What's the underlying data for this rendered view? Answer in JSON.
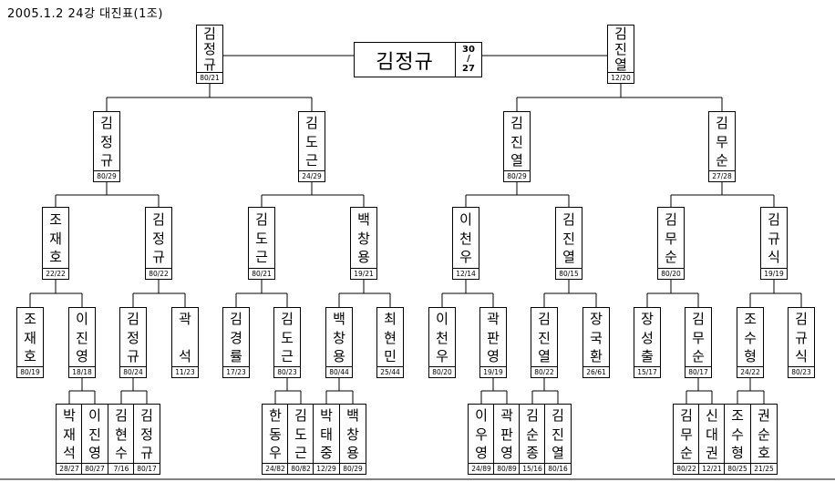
{
  "header": "2005.1.2    24강 대진표(1조)",
  "champion": {
    "name": "김정규",
    "score_top": "30",
    "score_mid": "/",
    "score_bottom": "27"
  },
  "nodes": [
    {
      "id": "f1",
      "name": "김정규",
      "score": "80/21"
    },
    {
      "id": "f2",
      "name": "김진열",
      "score": "12/20"
    },
    {
      "id": "s1",
      "name": "김정규",
      "score": "80/29"
    },
    {
      "id": "s2",
      "name": "김도근",
      "score": "24/29"
    },
    {
      "id": "s3",
      "name": "김진열",
      "score": "80/29"
    },
    {
      "id": "s4",
      "name": "김무순",
      "score": "27/28"
    },
    {
      "id": "q1",
      "name": "조재호",
      "score": "22/22"
    },
    {
      "id": "q2",
      "name": "김정규",
      "score": "80/22"
    },
    {
      "id": "q3",
      "name": "김도근",
      "score": "80/21"
    },
    {
      "id": "q4",
      "name": "백창용",
      "score": "19/21"
    },
    {
      "id": "q5",
      "name": "이천우",
      "score": "12/14"
    },
    {
      "id": "q6",
      "name": "김진열",
      "score": "80/15"
    },
    {
      "id": "q7",
      "name": "김무순",
      "score": "80/20"
    },
    {
      "id": "q8",
      "name": "김규식",
      "score": "19/19"
    },
    {
      "id": "r1",
      "name": "조재호",
      "score": "80/19"
    },
    {
      "id": "r2",
      "name": "이진영",
      "score": "18/18"
    },
    {
      "id": "r3",
      "name": "김정규",
      "score": "80/24"
    },
    {
      "id": "r4",
      "name": "곽 석",
      "score": "11/23"
    },
    {
      "id": "r5",
      "name": "김경률",
      "score": "17/23"
    },
    {
      "id": "r6",
      "name": "김도근",
      "score": "80/23"
    },
    {
      "id": "r7",
      "name": "백창용",
      "score": "80/44"
    },
    {
      "id": "r8",
      "name": "최현민",
      "score": "25/44"
    },
    {
      "id": "r9",
      "name": "이천우",
      "score": "80/20"
    },
    {
      "id": "r10",
      "name": "곽판영",
      "score": "19/19"
    },
    {
      "id": "r11",
      "name": "김진열",
      "score": "80/22"
    },
    {
      "id": "r12",
      "name": "장국환",
      "score": "26/61"
    },
    {
      "id": "r13",
      "name": "장성출",
      "score": "15/17"
    },
    {
      "id": "r14",
      "name": "김무순",
      "score": "80/17"
    },
    {
      "id": "r15",
      "name": "조수형",
      "score": "24/22"
    },
    {
      "id": "r16",
      "name": "김규식",
      "score": "80/23"
    },
    {
      "id": "e1",
      "name": "박재석",
      "score": "28/27"
    },
    {
      "id": "e2",
      "name": "이진영",
      "score": "80/27"
    },
    {
      "id": "e3",
      "name": "김현수",
      "score": "7/16"
    },
    {
      "id": "e4",
      "name": "김정규",
      "score": "80/17"
    },
    {
      "id": "e5",
      "name": "한동우",
      "score": "24/82"
    },
    {
      "id": "e6",
      "name": "김도근",
      "score": "80/82"
    },
    {
      "id": "e7",
      "name": "박태중",
      "score": "12/29"
    },
    {
      "id": "e8",
      "name": "백창용",
      "score": "80/29"
    },
    {
      "id": "e9",
      "name": "이우영",
      "score": "24/89"
    },
    {
      "id": "e10",
      "name": "곽판영",
      "score": "80/89"
    },
    {
      "id": "e11",
      "name": "김순종",
      "score": "15/16"
    },
    {
      "id": "e12",
      "name": "김진열",
      "score": "80/16"
    },
    {
      "id": "e13",
      "name": "김무순",
      "score": "80/22"
    },
    {
      "id": "e14",
      "name": "신대권",
      "score": "12/21"
    },
    {
      "id": "e15",
      "name": "조수형",
      "score": "80/25"
    },
    {
      "id": "e16",
      "name": "권순호",
      "score": "21/25"
    }
  ]
}
